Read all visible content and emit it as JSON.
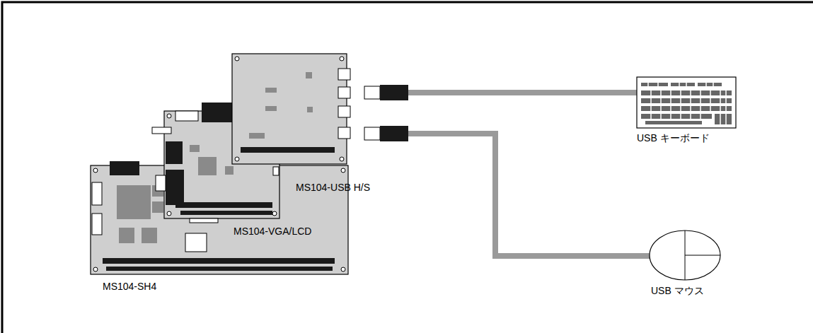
{
  "diagram": {
    "labels": [
      "MS104-USB H/S",
      "MS104-VGA/LCD",
      "MS104-SH4",
      "USB キーボード",
      "USB マウス"
    ]
  }
}
